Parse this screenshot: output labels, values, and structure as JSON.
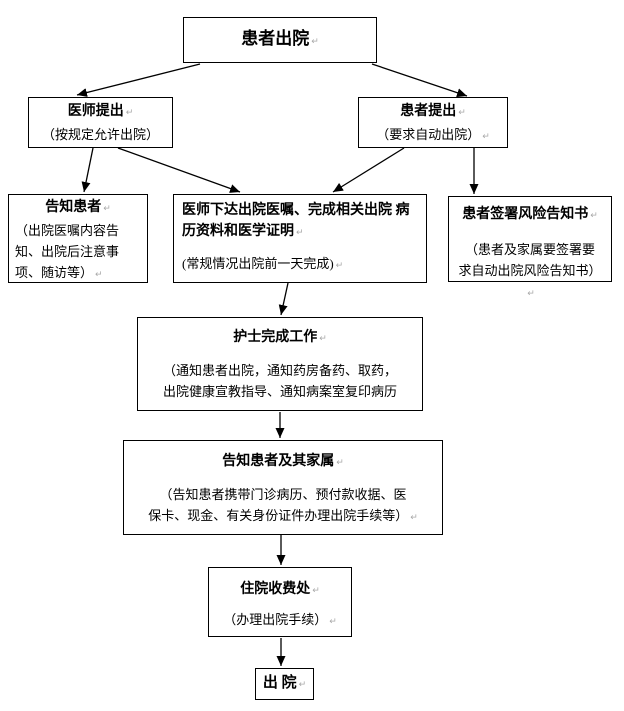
{
  "diagram": {
    "type": "flowchart",
    "background_color": "#ffffff",
    "line_color": "#000000",
    "return_mark": "↵",
    "nodes": {
      "start": {
        "title": "患者出院"
      },
      "doctor": {
        "title": "医师提出",
        "note": "（按规定允许出院）"
      },
      "patient": {
        "title": "患者提出",
        "note": "（要求自动出院）"
      },
      "inform": {
        "title": "告知患者",
        "note": [
          "（出院医嘱内容告",
          "知、出院后注意事",
          "项、随访等）"
        ]
      },
      "orders": {
        "title": [
          "医师下达出院医嘱、完成相关出院",
          "病历资料和医学证明"
        ],
        "note": "(常规情况出院前一天完成)"
      },
      "risk": {
        "title": "患者签署风险告知书",
        "note": [
          "（患者及家属要签署要",
          "求自动出院风险告知书）"
        ]
      },
      "nurse": {
        "title": "护士完成工作",
        "note": [
          "（通知患者出院，通知药房备药、取药，",
          "出院健康宣教指导、通知病案室复印病历"
        ]
      },
      "family": {
        "title": "告知患者及其家属",
        "note": [
          "（告知患者携带门诊病历、预付款收据、医",
          "保卡、现金、有关身份证件办理出院手续等）"
        ]
      },
      "cashier": {
        "title": "住院收费处",
        "note": "（办理出院手续）"
      },
      "end": {
        "title": "出 院"
      }
    },
    "edges": [
      {
        "from": "start",
        "to": "doctor"
      },
      {
        "from": "start",
        "to": "patient"
      },
      {
        "from": "doctor",
        "to": "inform"
      },
      {
        "from": "doctor",
        "to": "orders"
      },
      {
        "from": "patient",
        "to": "orders"
      },
      {
        "from": "patient",
        "to": "risk"
      },
      {
        "from": "orders",
        "to": "nurse"
      },
      {
        "from": "nurse",
        "to": "family"
      },
      {
        "from": "family",
        "to": "cashier"
      },
      {
        "from": "cashier",
        "to": "end"
      }
    ]
  }
}
